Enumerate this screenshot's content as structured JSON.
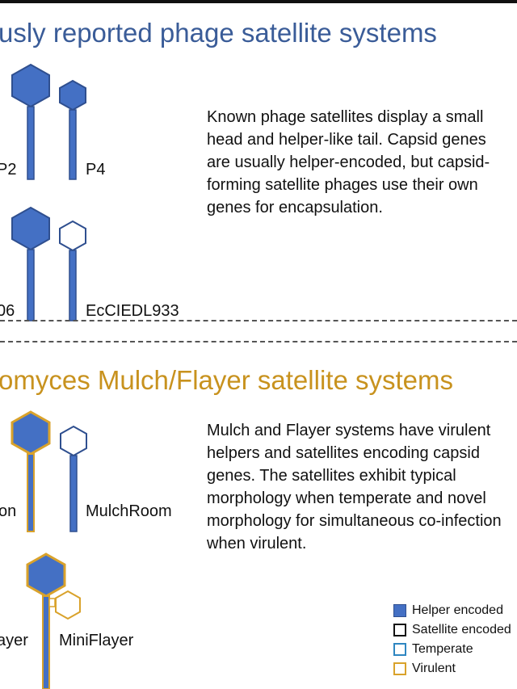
{
  "section1": {
    "title": "usly reported phage satellite systems",
    "description": "Known phage satellites display a small head and helper-like tail. Capsid genes are usually helper-encoded, but capsid-forming satellite phages use their own genes for encapsulation.",
    "labels": [
      "P2",
      "P4",
      "06",
      "EcCIEDL933"
    ]
  },
  "section2": {
    "title": "omyces Mulch/Flayer satellite systems",
    "description": "Mulch and Flayer systems have virulent helpers and satellites encoding capsid genes. The satellites exhibit typical morphology when temperate and novel morphology for simultaneous co-infection when virulent.",
    "labels": [
      "on",
      "MulchRoom",
      "ayer",
      "MiniFlayer"
    ]
  },
  "legend": [
    {
      "label": "Helper encoded",
      "icon": "filled-blue-square",
      "color": "#4470c4"
    },
    {
      "label": "Satellite encoded",
      "icon": "hollow-black-square",
      "color": "#111111"
    },
    {
      "label": "Temperate",
      "icon": "hollow-blue-square",
      "color": "#2e86c1"
    },
    {
      "label": "Virulent",
      "icon": "hollow-orange-square",
      "color": "#d9a22b"
    }
  ],
  "colors": {
    "phage_blue": "#4470c4",
    "phage_outline": "#2f4f8f",
    "virulent_orange": "#d9a22b",
    "title_blue": "#3a5c98",
    "title_orange": "#c8921e"
  }
}
